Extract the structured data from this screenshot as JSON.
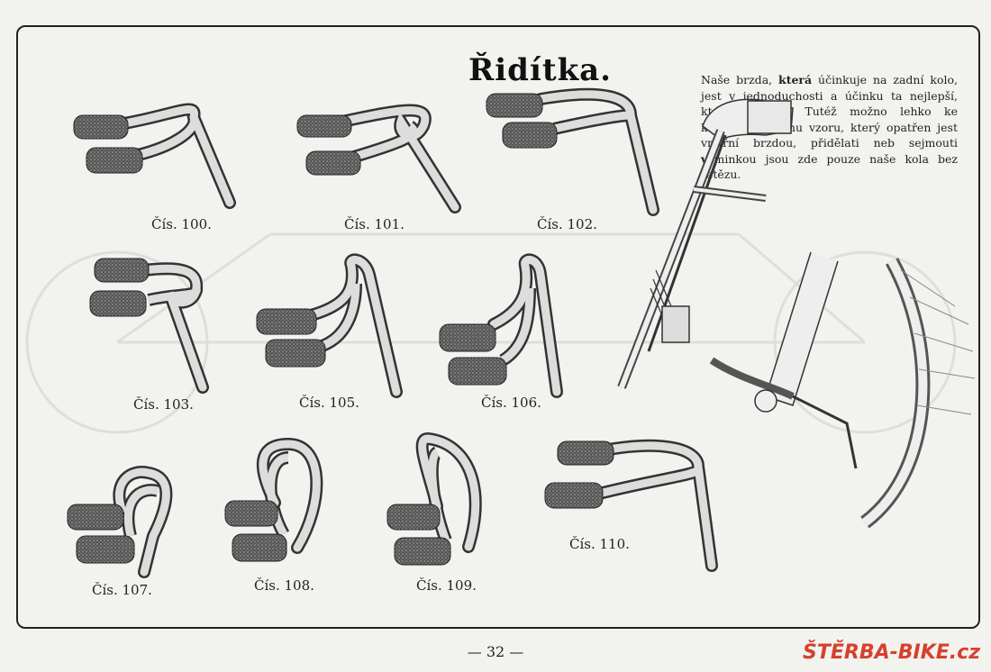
{
  "title": "Řidítka.",
  "description": {
    "text_a": "Naše brzda, ",
    "bold_a": "která",
    "text_b": " účinkuje na zadní kolo, jest v jednoduchosti a účinku ta nejlepší, která existuje. Tutéž možno lehko ke každému našemu vzoru, který opatřen jest vnitřní brzdou, přidělati neb sejmouti ",
    "bold_b": "vý",
    "text_c": "minkou jsou zde pouze naše kola bez řetězu."
  },
  "items": [
    {
      "label": "Čís. 100."
    },
    {
      "label": "Čís. 101."
    },
    {
      "label": "Čís. 102."
    },
    {
      "label": "Čís. 103."
    },
    {
      "label": "Čís. 105."
    },
    {
      "label": "Čís. 106."
    },
    {
      "label": "Čís. 107."
    },
    {
      "label": "Čís. 108."
    },
    {
      "label": "Čís. 109."
    },
    {
      "label": "Čís. 110."
    }
  ],
  "page_number": "— 32 —",
  "watermark": "ŠTĚRBA-BIKE.cz",
  "colors": {
    "paper": "#f2f2ef",
    "ink": "#222222",
    "grip": "#3a3a3a",
    "watermark": "#d6402c"
  }
}
